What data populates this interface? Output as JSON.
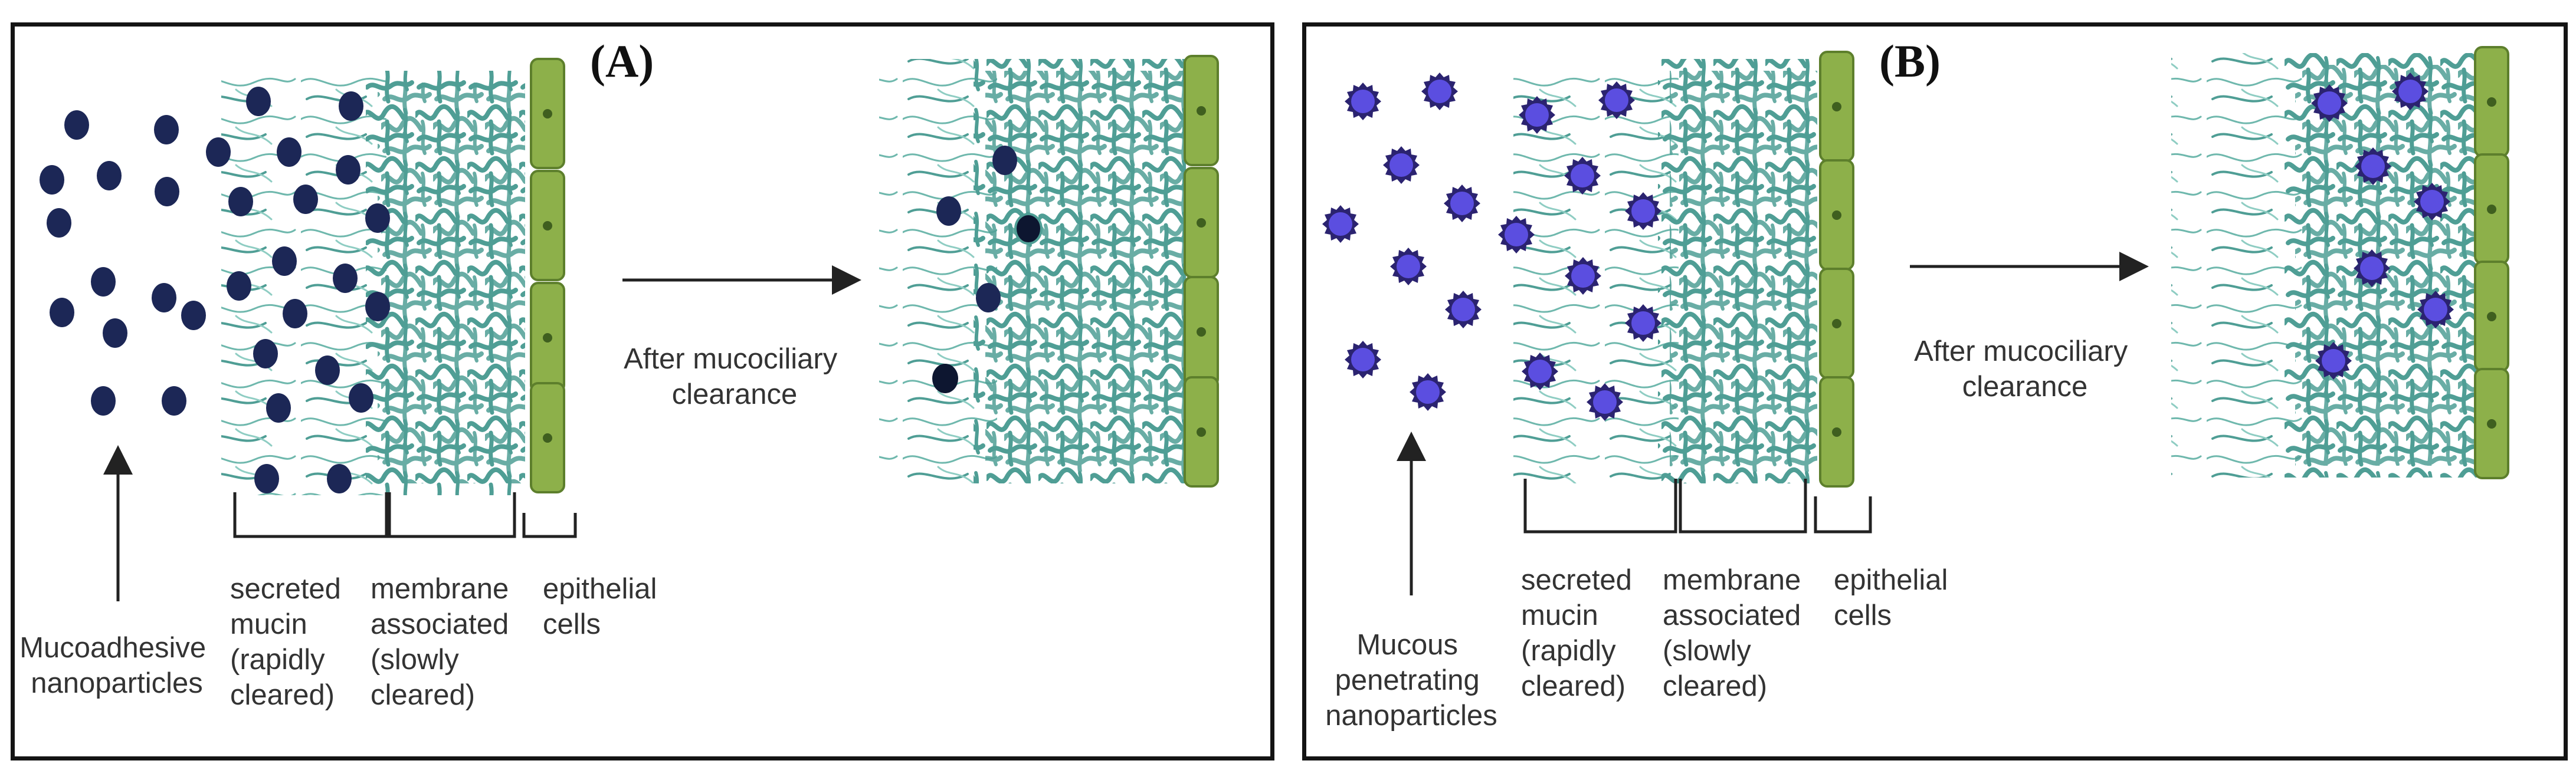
{
  "panel_a": {
    "title": "(A)",
    "particle_label": [
      "Mucoadhesive",
      "nanoparticles"
    ],
    "secreted_label": [
      "secreted",
      "mucin",
      "(rapidly",
      "cleared)"
    ],
    "membrane_label": [
      "membrane",
      "associated",
      "(slowly",
      "cleared)"
    ],
    "epithelial_label": [
      "epithelial",
      "cells"
    ],
    "arrow_label": [
      "After mucociliary",
      "clearance"
    ]
  },
  "panel_b": {
    "title": "(B)",
    "particle_label": [
      "Mucous",
      "penetrating",
      "nanoparticles"
    ],
    "secreted_label": [
      "secreted",
      "mucin",
      "(rapidly",
      "cleared)"
    ],
    "membrane_label": [
      "membrane",
      "associated",
      "(slowly",
      "cleared)"
    ],
    "epithelial_label": [
      "epithelial",
      "cells"
    ],
    "arrow_label": [
      "After mucociliary",
      "clearance"
    ]
  },
  "colors": {
    "mucoadhesive_particle": "#1c2756",
    "penetrating_particle": "#5b4ee0",
    "mucin": "#4f9e95",
    "epithelial_cell": "#8db04a"
  }
}
